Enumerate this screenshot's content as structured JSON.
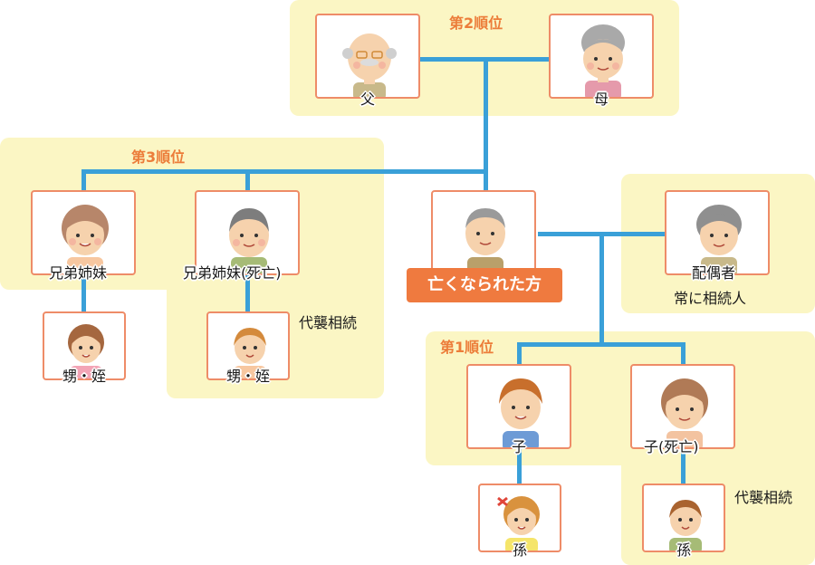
{
  "colors": {
    "zone": "#fbf6c4",
    "card_border": "#ee8c68",
    "connector": "#3aa0d8",
    "rank_text": "#ec7d3a",
    "deceased_badge": "#ef7a3f"
  },
  "ranks": {
    "second": "第2順位",
    "third": "第3順位",
    "first": "第1順位"
  },
  "people": {
    "father": "父",
    "mother": "母",
    "deceased": "亡くなられた方",
    "spouse": "配偶者",
    "spouse_note": "常に相続人",
    "sibling": "兄弟姉妹",
    "sibling_deceased": "兄弟姉妹(死亡)",
    "nephew_niece_1": "甥・姪",
    "nephew_niece_2": "甥・姪",
    "child": "子",
    "child_deceased": "子(死亡)",
    "grandchild_1": "孫",
    "grandchild_2": "孫"
  },
  "notes": {
    "representation_1": "代襲相続",
    "representation_2": "代襲相続"
  }
}
